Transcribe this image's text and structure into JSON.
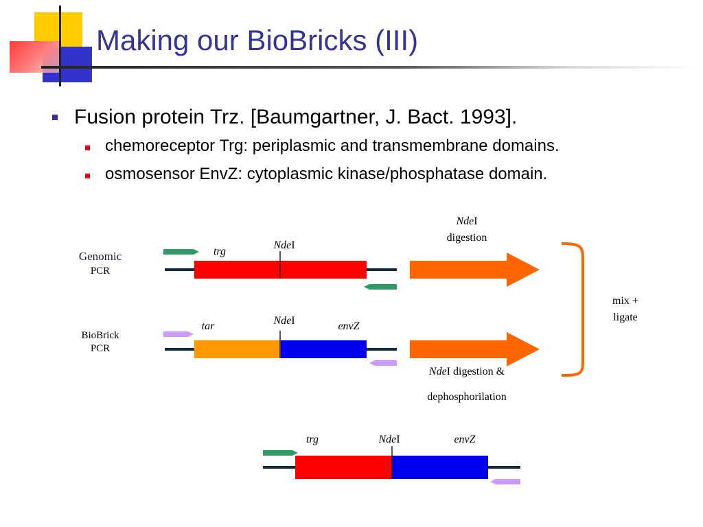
{
  "slide": {
    "title": "Making our BioBricks (III)",
    "bullets": [
      {
        "level": 1,
        "text": "Fusion protein Trz. [Baumgartner, J. Bact. 1993]."
      },
      {
        "level": 2,
        "text": "chemoreceptor Trg: periplasmic and transmembrane domains."
      },
      {
        "level": 2,
        "text": "osmosensor EnvZ: cytoplasmic kinase/phosphatase domain."
      }
    ]
  },
  "diagram": {
    "row1": {
      "label_line1": "Genomic",
      "label_line2": "PCR",
      "gene1": "trg",
      "site_italic": "Nde",
      "site_roman": "I"
    },
    "row2": {
      "label_line1": "BioBrick",
      "label_line2": "PCR",
      "gene1": "tar",
      "gene2": "envZ",
      "site_italic": "Nde",
      "site_roman": "I"
    },
    "arrow1": {
      "line1_italic": "Nde",
      "line1_roman": "I",
      "line2": "digestion"
    },
    "arrow2": {
      "line1_italic": "Nde",
      "line1_roman": "I digestion &",
      "line2": "dephosphorilation"
    },
    "merge": {
      "line1": "mix +",
      "line2": "ligate"
    },
    "product": {
      "gene1": "trg",
      "gene2": "envZ",
      "site_italic": "Nde",
      "site_roman": "I"
    }
  },
  "colors": {
    "title": "#333399",
    "trg_segment": "#ff0000",
    "tar_segment": "#ff9900",
    "envZ_segment": "#0000ee",
    "primer_genomic": "#339966",
    "primer_biobrick": "#cc99ff",
    "process_arrow": "#ff6600",
    "dna_line": "#0d2a40"
  }
}
